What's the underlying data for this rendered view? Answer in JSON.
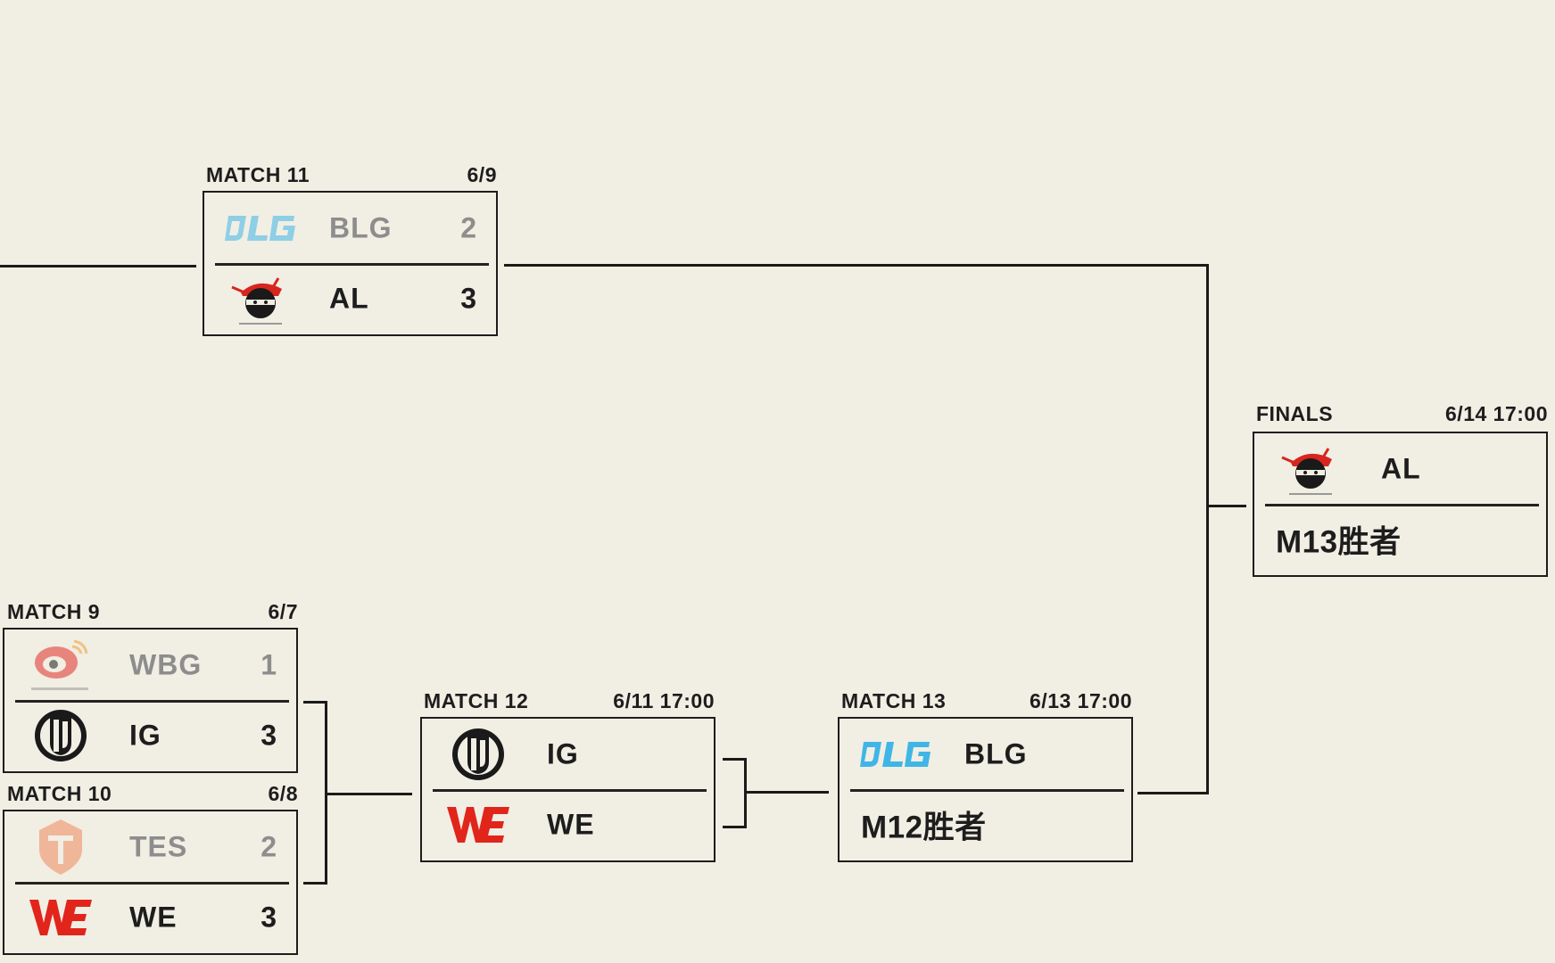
{
  "matches": {
    "m11": {
      "label": "MATCH 11",
      "date": "6/9",
      "top": {
        "team": "BLG",
        "score": "2",
        "logo": "blg-logo"
      },
      "bottom": {
        "team": "AL",
        "score": "3",
        "logo": "al-logo"
      }
    },
    "m9": {
      "label": "MATCH 9",
      "date": "6/7",
      "top": {
        "team": "WBG",
        "score": "1",
        "logo": "wbg-logo"
      },
      "bottom": {
        "team": "IG",
        "score": "3",
        "logo": "ig-logo"
      }
    },
    "m10": {
      "label": "MATCH 10",
      "date": "6/8",
      "top": {
        "team": "TES",
        "score": "2",
        "logo": "tes-logo"
      },
      "bottom": {
        "team": "WE",
        "score": "3",
        "logo": "we-logo"
      }
    },
    "m12": {
      "label": "MATCH 12",
      "date": "6/11  17:00",
      "top": {
        "team": "IG",
        "logo": "ig-logo"
      },
      "bottom": {
        "team": "WE",
        "logo": "we-logo"
      }
    },
    "m13": {
      "label": "MATCH 13",
      "date": "6/13  17:00",
      "top": {
        "team": "BLG",
        "logo": "blg-logo"
      },
      "bottom": {
        "placeholder": "M12胜者"
      }
    },
    "finals": {
      "label": "FINALS",
      "date": "6/14  17:00",
      "top": {
        "team": "AL",
        "logo": "al-logo"
      },
      "bottom": {
        "placeholder": "M13胜者"
      }
    }
  },
  "colors": {
    "background": "#f1eee4",
    "line": "#1a1a1a",
    "loser_text": "#8d8d8d",
    "blg_blue": "#3fb6e6",
    "al_red": "#d8251f",
    "wbg_red": "#e0302a",
    "tes_orange": "#f08a5d",
    "we_red": "#e1251b"
  }
}
